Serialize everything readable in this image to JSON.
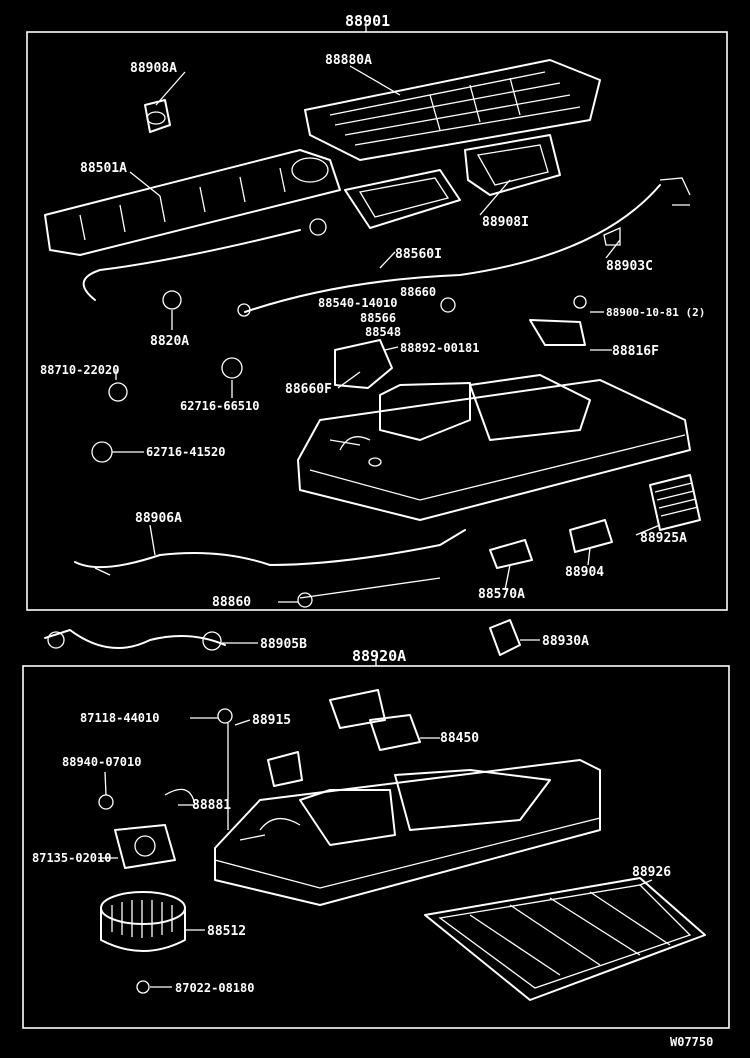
{
  "diagram": {
    "title": "Heater & Air Conditioner Unit — Exploded Parts View",
    "figure_code": "W07750",
    "upper_assembly": {
      "label": "88901",
      "callouts": [
        "88908A",
        "88880A",
        "88501A",
        "88908I",
        "88560I",
        "88903C",
        "8820A",
        "88660",
        "88540-14010",
        "88566",
        "88548",
        "88892-00181",
        "88816F",
        "88660F",
        "88710-22020",
        "62716-66510",
        "62716-41520",
        "88906A",
        "88925A",
        "88904",
        "88570A",
        "88860",
        "88900-10-81 (2)"
      ]
    },
    "middle_parts": {
      "callouts": [
        "88905B",
        "88930A"
      ]
    },
    "lower_assembly": {
      "label": "88920A",
      "callouts": [
        "87118-44010",
        "88915",
        "88450",
        "88940-07010",
        "88881",
        "87135-02010",
        "88926",
        "88512",
        "87022-08180"
      ]
    }
  }
}
